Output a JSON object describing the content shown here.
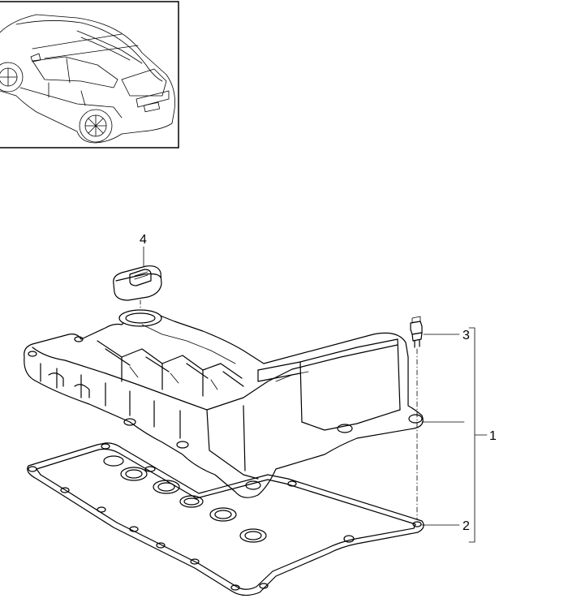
{
  "diagram": {
    "callouts": {
      "p1": "1",
      "p2": "2",
      "p3": "3",
      "p4": "4"
    }
  }
}
